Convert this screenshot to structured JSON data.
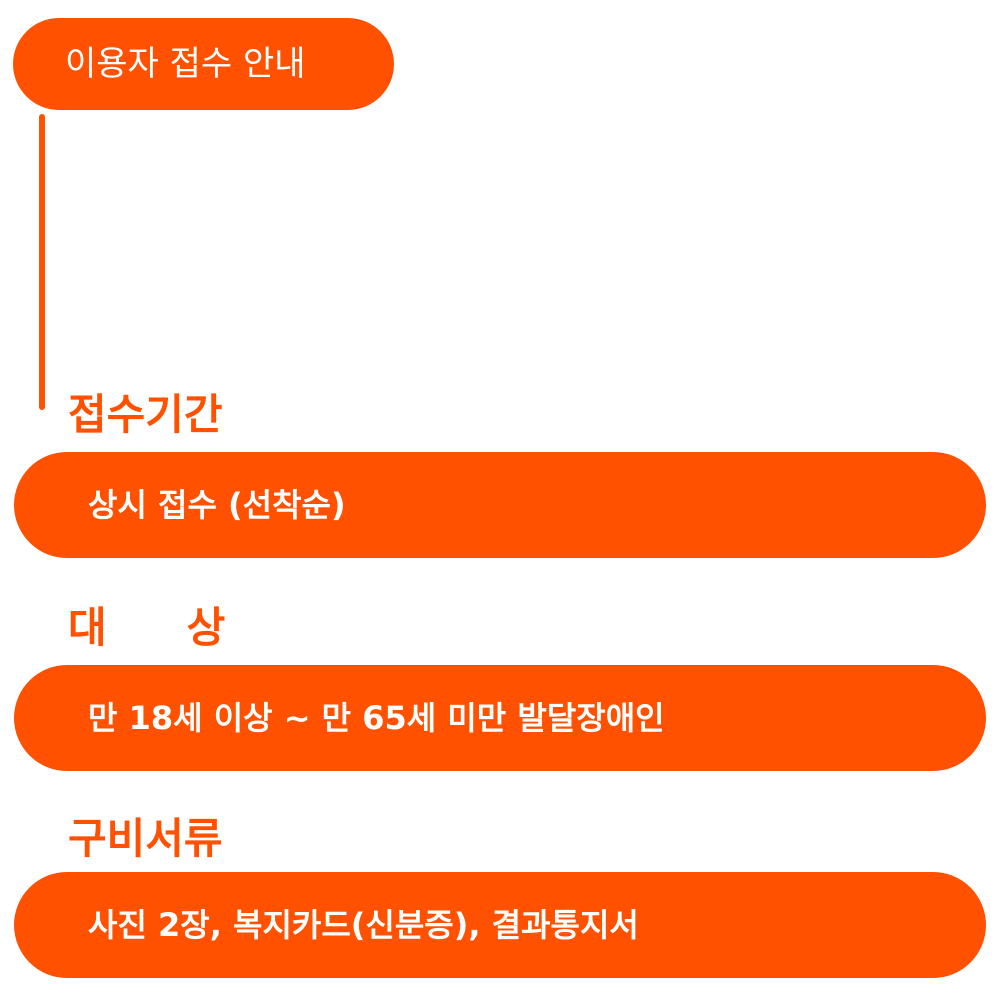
{
  "title": "이용자 접수 안내",
  "sections": [
    {
      "heading": "접수기간",
      "content": "상시 접수 (선착순)"
    },
    {
      "heading_part1": "대",
      "heading_part2": "상",
      "content": "만 18세 이상 ~ 만 65세 미만 발달장애인"
    },
    {
      "heading": "구비서류",
      "content": "사진 2장, 복지카드(신분증), 결과통지서"
    }
  ],
  "colors": {
    "accent": "#ff5100",
    "text_on_accent": "#ffffff",
    "background": "#ffffff"
  }
}
